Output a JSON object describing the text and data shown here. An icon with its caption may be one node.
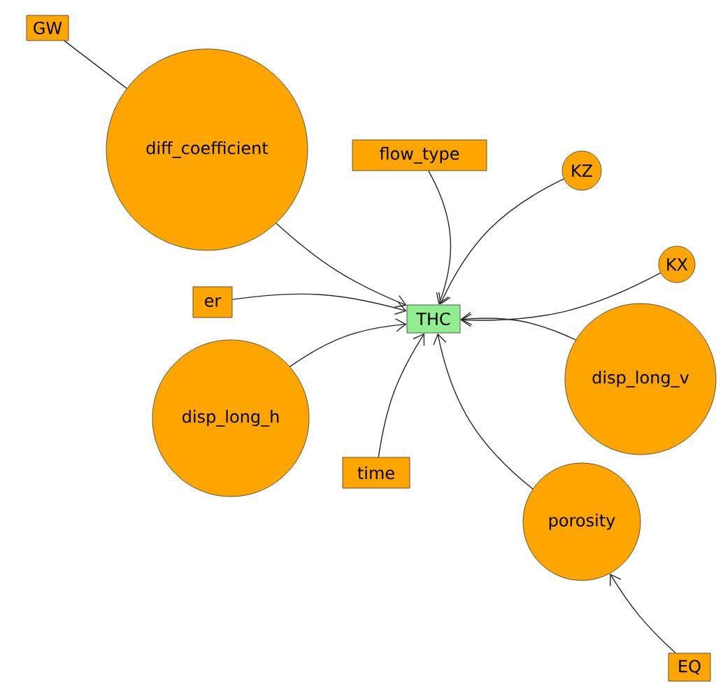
{
  "diagram": {
    "nodes": [
      {
        "text": [
          "GW"
        ]
      },
      {
        "text": [
          "diff_coefficient"
        ]
      },
      {
        "text": [
          "flow_type"
        ]
      },
      {
        "text": [
          "KZ"
        ]
      },
      {
        "text": [
          "KX"
        ]
      },
      {
        "text": [
          "er"
        ]
      },
      {
        "text": [
          "THC"
        ]
      },
      {
        "text": [
          "disp_long_h"
        ]
      },
      {
        "text": [
          "disp_long_v"
        ]
      },
      {
        "text": [
          "time"
        ]
      },
      {
        "text": [
          "porosity"
        ]
      },
      {
        "text": [
          "EQ"
        ]
      }
    ],
    "edges": [
      {
        "from": 0,
        "to": 1,
        "arrow": "none"
      },
      {
        "from": 1,
        "to": 6,
        "arrow": "to"
      },
      {
        "from": 2,
        "to": 6,
        "arrow": "to"
      },
      {
        "from": 3,
        "to": 6,
        "arrow": "to"
      },
      {
        "from": 4,
        "to": 6,
        "arrow": "to"
      },
      {
        "from": 5,
        "to": 6,
        "arrow": "to"
      },
      {
        "from": 7,
        "to": 6,
        "arrow": "to"
      },
      {
        "from": 8,
        "to": 6,
        "arrow": "to"
      },
      {
        "from": 9,
        "to": 6,
        "arrow": "to"
      },
      {
        "from": 10,
        "to": 6,
        "arrow": "to"
      },
      {
        "from": 11,
        "to": 10,
        "arrow": "to"
      }
    ]
  }
}
